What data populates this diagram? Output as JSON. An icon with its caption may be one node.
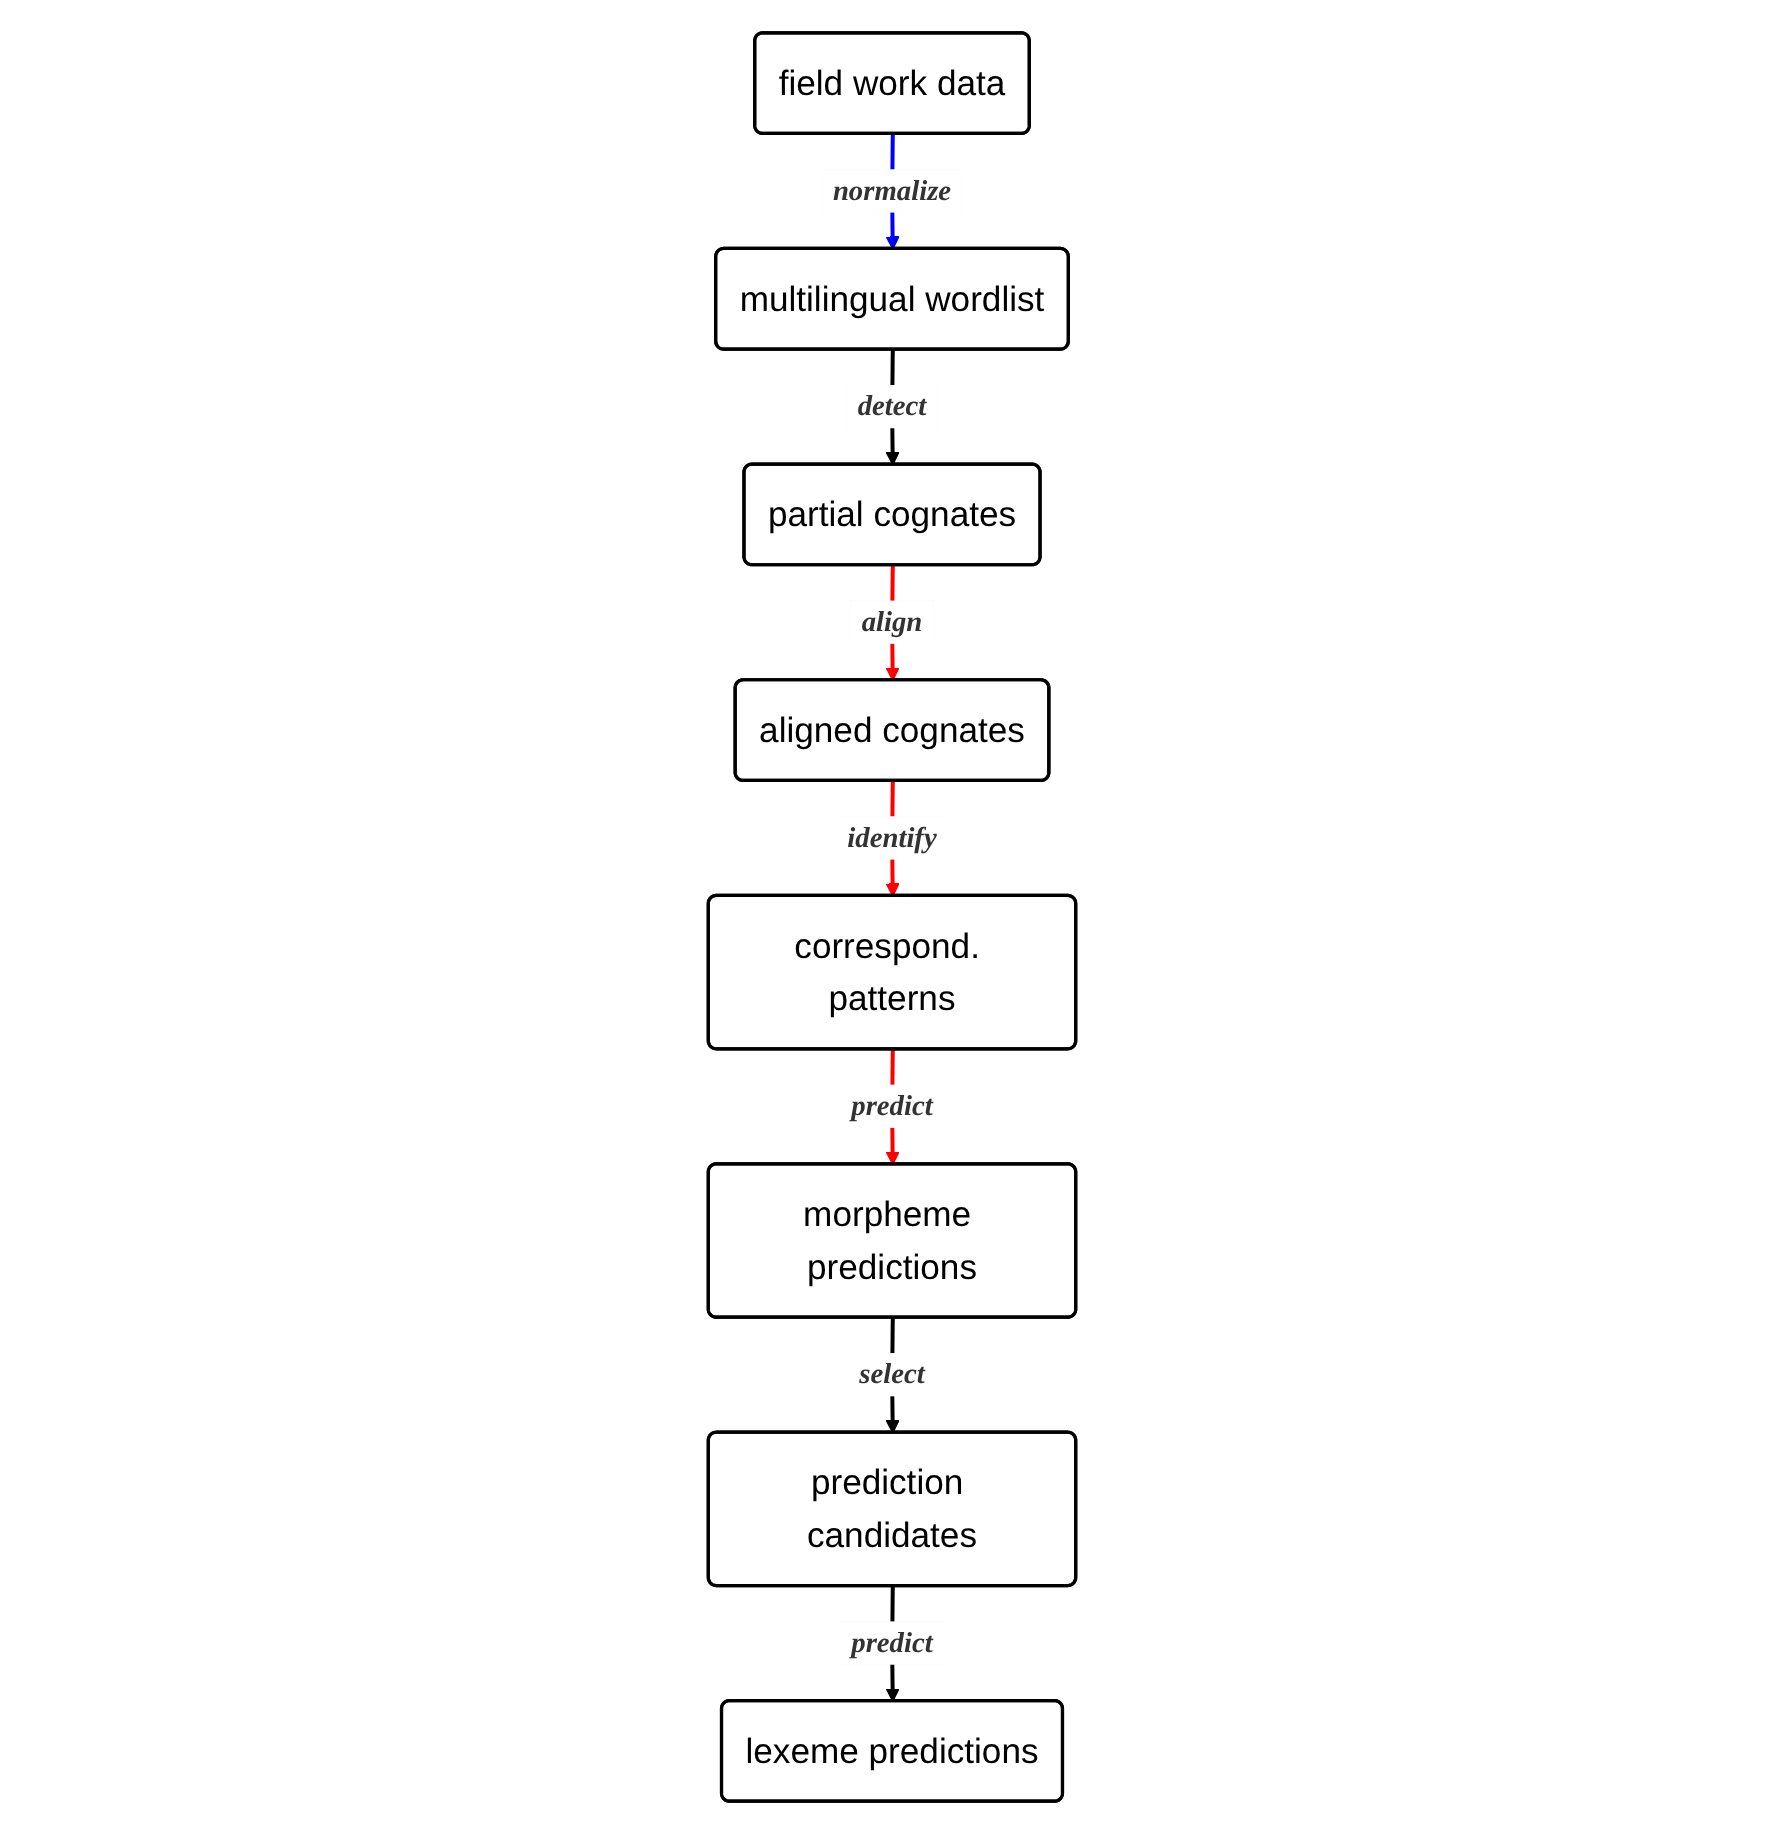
{
  "diagram": {
    "nodes": [
      {
        "text": [
          "field work data"
        ]
      },
      {
        "text": [
          "multilingual wordlist"
        ]
      },
      {
        "text": [
          "partial cognates"
        ]
      },
      {
        "text": [
          "aligned cognates"
        ]
      },
      {
        "text": [
          "correspond. patterns"
        ]
      },
      {
        "text": [
          "morpheme predictions"
        ]
      },
      {
        "text": [
          "prediction candidates"
        ]
      },
      {
        "text": [
          "lexeme predictions"
        ]
      }
    ],
    "edges": [
      {
        "from": 0,
        "to": 1,
        "arrow": "to",
        "label": "normalize",
        "color": "#0000ff"
      },
      {
        "from": 1,
        "to": 2,
        "arrow": "to",
        "label": "detect"
      },
      {
        "from": 2,
        "to": 3,
        "arrow": "to",
        "label": "align",
        "color": "#ff0000"
      },
      {
        "from": 3,
        "to": 4,
        "arrow": "to",
        "label": "identify",
        "color": "#ff0000"
      },
      {
        "from": 4,
        "to": 5,
        "arrow": "to",
        "label": "predict",
        "color": "#ff0000"
      },
      {
        "from": 5,
        "to": 6,
        "arrow": "to",
        "label": "select"
      },
      {
        "from": 6,
        "to": 7,
        "arrow": "to",
        "label": "predict"
      }
    ]
  }
}
